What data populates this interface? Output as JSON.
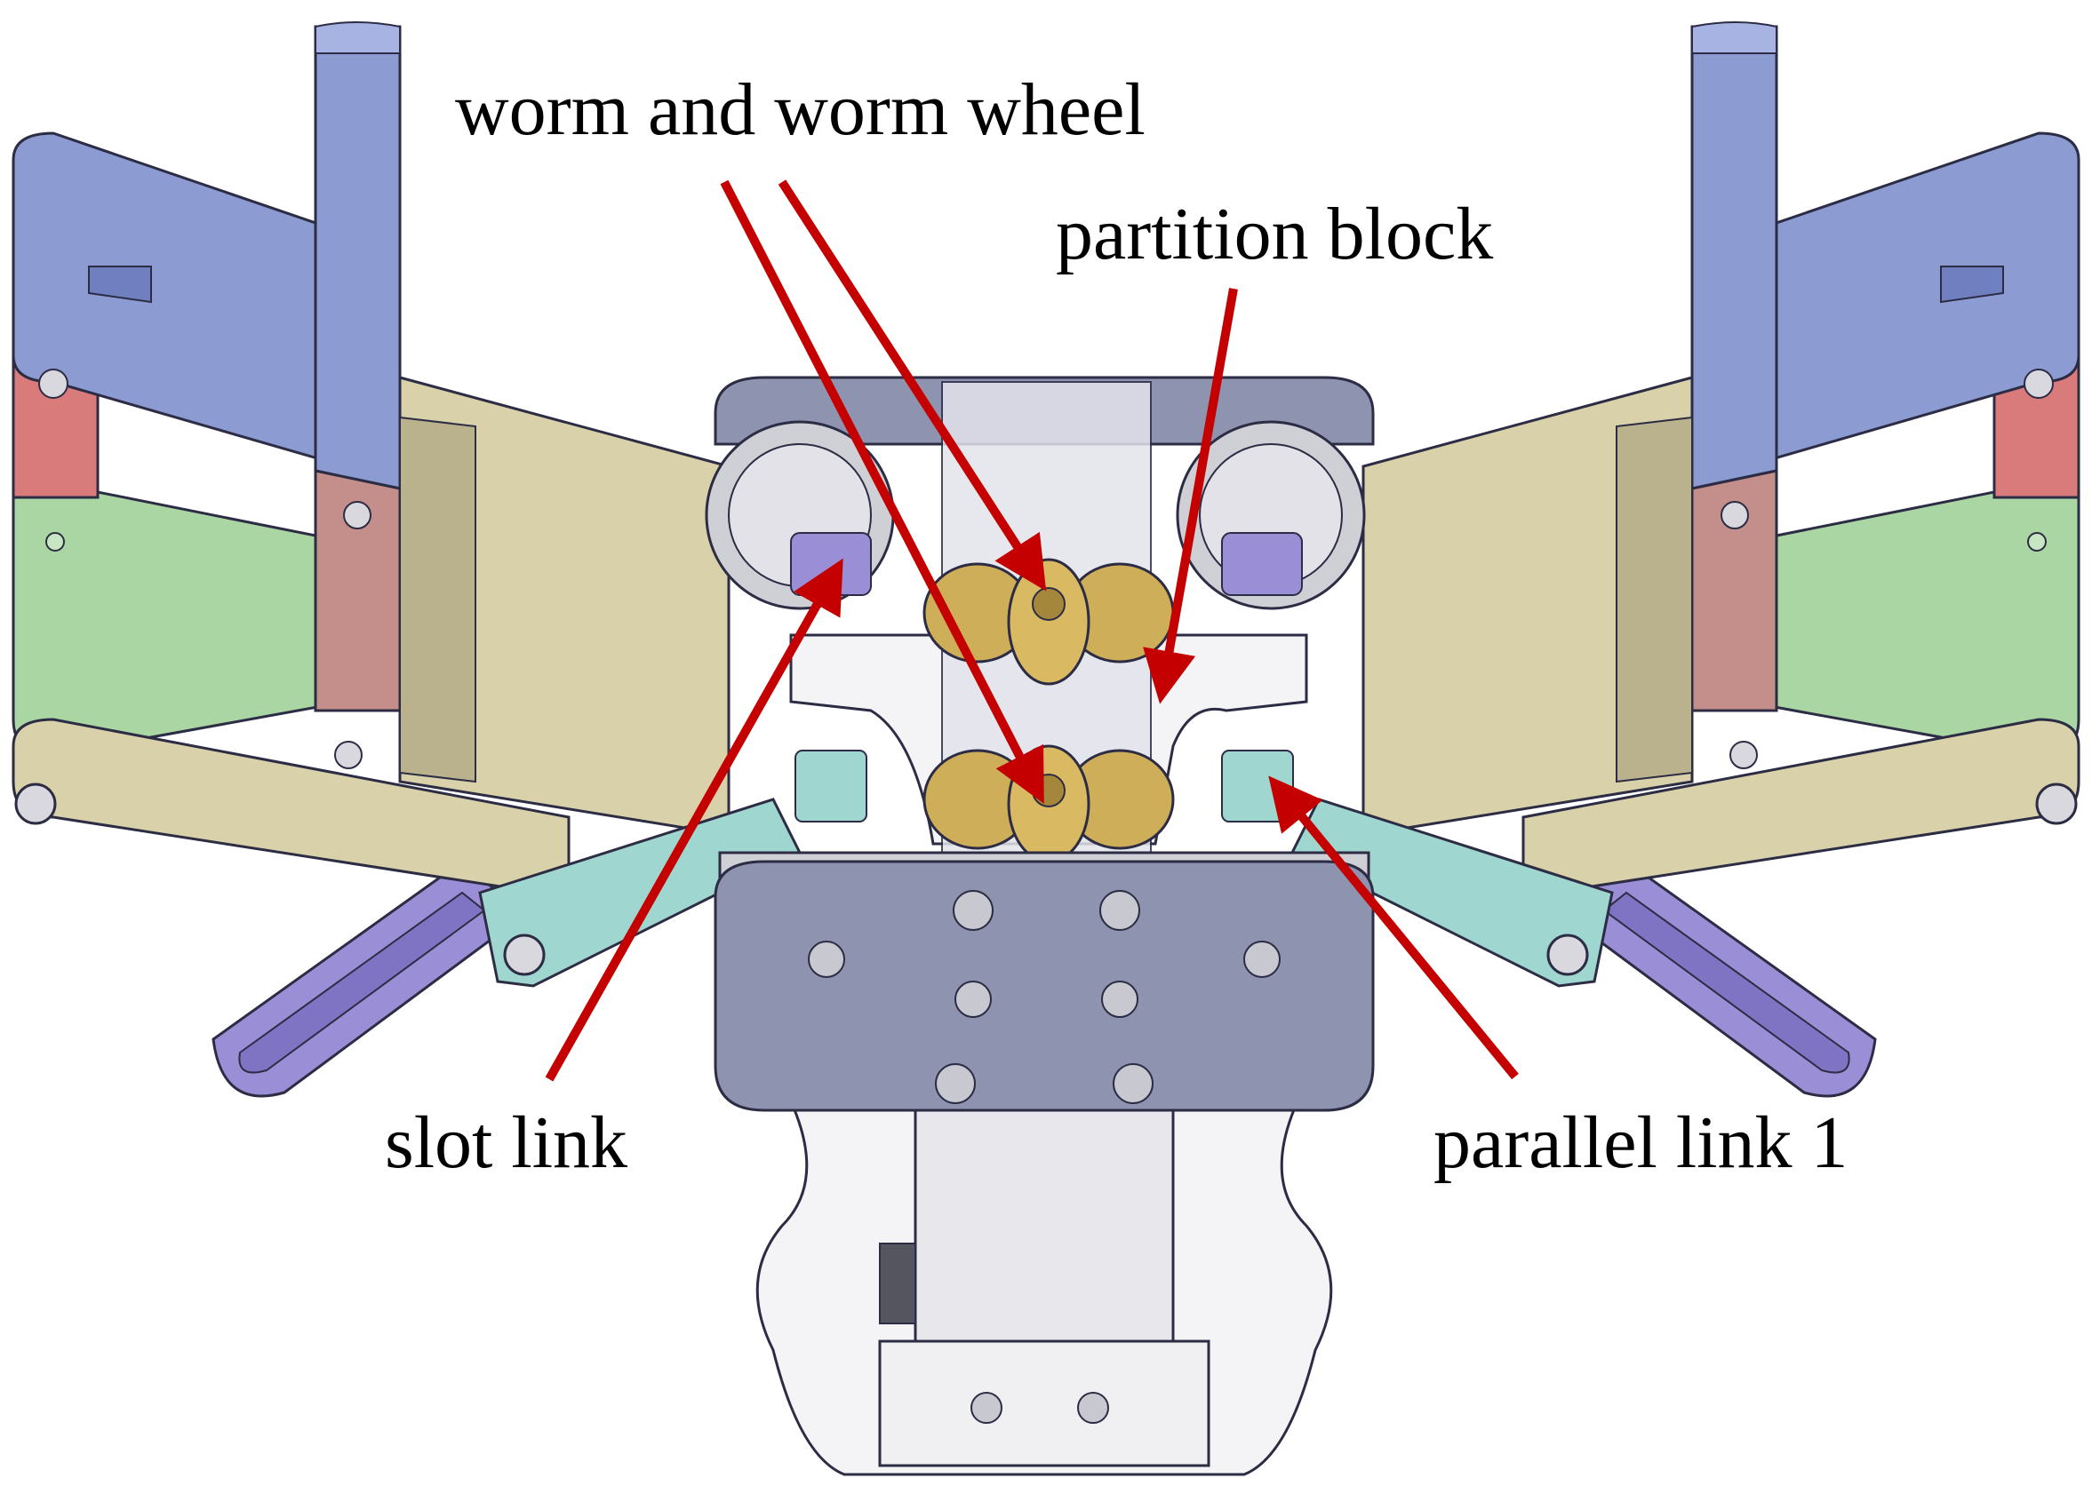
{
  "labels": {
    "worm": "worm and worm wheel",
    "partition": "partition block",
    "slot": "slot link",
    "parallel": "parallel link 1"
  },
  "colors": {
    "arrow": "#c40000",
    "finger_blue": "#8c9bd2",
    "finger_red": "#d97b7b",
    "finger_green": "#a9d6a3",
    "finger_mauve": "#c48f8a",
    "link_tan": "#d8d1aa",
    "link_teal": "#9fd6cf",
    "link_purple": "#9a8fd6",
    "gear_brass": "#cfae5a",
    "base_slate": "#8e93b0",
    "frame_white": "#f4f4f6"
  }
}
